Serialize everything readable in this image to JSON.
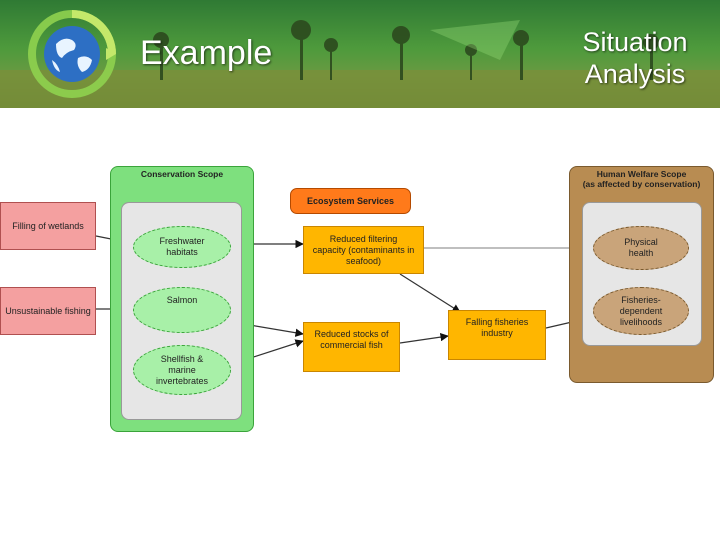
{
  "slide": {
    "title_left": "Example",
    "title_right_line1": "Situation",
    "title_right_line2": "Analysis"
  },
  "colors": {
    "threat": "#f4a0a0",
    "conservation_scope": "#7ee07e",
    "ecosystem_service": "#ffb600",
    "ecosystem_services_header": "#ff7a1a",
    "human_welfare_scope": "#b88c52"
  },
  "diagram": {
    "threats": [
      "Filling of wetlands",
      "Unsustainable fishing"
    ],
    "conservation_scope": {
      "title": "Conservation Scope",
      "targets": [
        "Freshwater habitats",
        "Salmon",
        "Shellfish & marine invertebrates"
      ]
    },
    "ecosystem_services": {
      "header": "Ecosystem Services",
      "items": [
        "Reduced filtering capacity (contaminants in seafood)",
        "Reduced stocks of commercial fish",
        "Falling fisheries industry"
      ]
    },
    "human_welfare_scope": {
      "title_line1": "Human Welfare Scope",
      "title_line2": "(as affected by conservation)",
      "targets": [
        "Physical health",
        "Fisheries-dependent livelihoods"
      ]
    }
  }
}
